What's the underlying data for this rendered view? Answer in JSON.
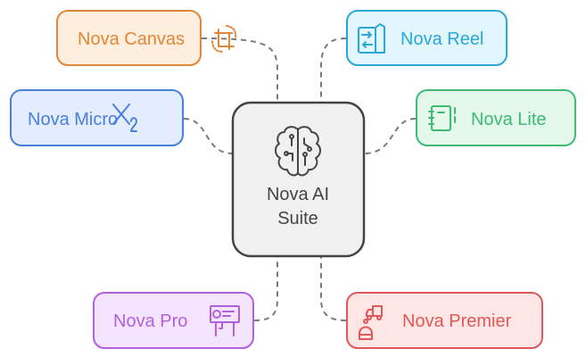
{
  "center": {
    "line1": "Nova AI",
    "line2": "Suite",
    "icon": "brain-circuit-icon"
  },
  "nodes": {
    "canvas": {
      "label": "Nova Canvas",
      "icon": "crop-rotate-icon",
      "color": "#e0883a",
      "fill": "#fdeedd"
    },
    "reel": {
      "label": "Nova Reel",
      "icon": "transfer-document-icon",
      "color": "#29a8d8",
      "fill": "#e2f6fd"
    },
    "micro": {
      "label": "Nova Micro",
      "icon": "subscript-icon",
      "color": "#4a7fdc",
      "fill": "#e3edfd"
    },
    "lite": {
      "label": "Nova Lite",
      "icon": "notebook-icon",
      "color": "#3dbb72",
      "fill": "#e3f7ea"
    },
    "pro": {
      "label": "Nova Pro",
      "icon": "presentation-icon",
      "color": "#b25fe0",
      "fill": "#f5e4fd"
    },
    "premier": {
      "label": "Nova Premier",
      "icon": "robot-delivery-icon",
      "color": "#e05858",
      "fill": "#fde6e5"
    }
  }
}
